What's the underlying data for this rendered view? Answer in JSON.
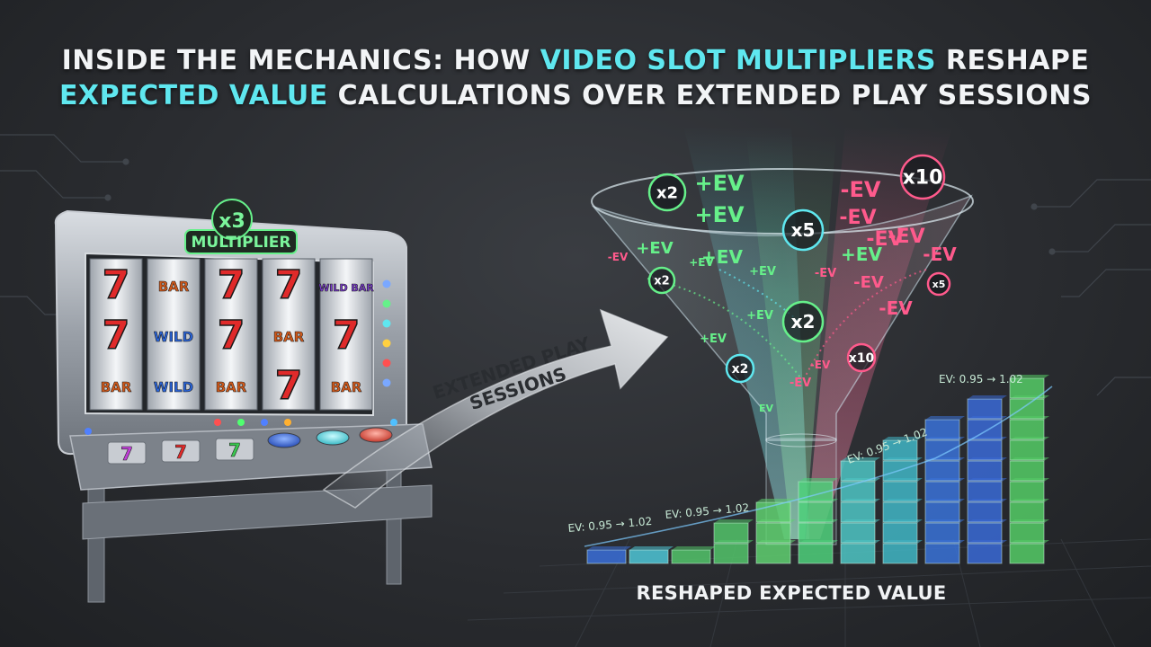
{
  "title": {
    "line1_a": "INSIDE THE MECHANICS: HOW ",
    "line1_hl": "VIDEO SLOT MULTIPLIERS",
    "line1_b": " RESHAPE",
    "line2_hl": "EXPECTED VALUE",
    "line2_b": " CALCULATIONS OVER EXTENDED PLAY SESSIONS"
  },
  "slot_machine": {
    "badge_value": "x3",
    "badge_label": "MULTIPLIER",
    "reels": [
      [
        "7",
        "7",
        "BAR"
      ],
      [
        "BAR",
        "WILD",
        "WILD"
      ],
      [
        "7",
        "7",
        "BAR"
      ],
      [
        "7",
        "BAR",
        "7"
      ],
      [
        "WILD BAR",
        "7",
        "BAR"
      ]
    ],
    "buttons": [
      "7",
      "7",
      "7"
    ]
  },
  "arrow_label": [
    "EXTENDED PLAY",
    "SESSIONS"
  ],
  "funnel": {
    "multipliers": [
      "x2",
      "x5",
      "x10",
      "x2",
      "x5",
      "x2",
      "x2",
      "x10"
    ],
    "ev_labels": [
      "+EV",
      "+EV",
      "-EV",
      "-EV",
      "+EV",
      "+EV",
      "-EV",
      "+EV",
      "-EV",
      "-EV",
      "+EV",
      "-EV",
      "-EV",
      "+EV",
      "-EV",
      "-EV",
      "+EV",
      "+EV",
      "EV",
      "-EV",
      "-EV"
    ]
  },
  "ev_annotations": [
    "EV: 0.95 → 1.02",
    "EV: 0.95 → 1.02",
    "EV: 0.95 → 1.02",
    "EV: 0.95 → 1.02"
  ],
  "bars": {
    "levels": [
      1,
      1,
      1,
      2,
      3,
      4,
      5,
      6,
      7,
      8,
      9
    ],
    "colors": [
      "#3a6fd8",
      "#4ec6d6",
      "#52c46a",
      "#52c46a",
      "#5fd070",
      "#4ed07a",
      "#4ec6c4",
      "#41b6c6",
      "#3a72d8",
      "#3a6ad6",
      "#55cc66"
    ]
  },
  "caption": "RESHAPED EXPECTED VALUE",
  "colors": {
    "accent_cyan": "#5fe7ef",
    "positive_green": "#66f08a",
    "negative_pink": "#ff5a8c"
  }
}
